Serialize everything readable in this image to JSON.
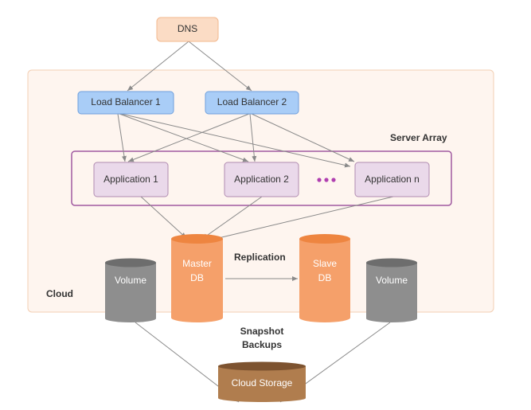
{
  "nodes": {
    "dns": "DNS",
    "lb1": "Load Balancer 1",
    "lb2": "Load Balancer 2",
    "app1": "Application 1",
    "app2": "Application 2",
    "appn": "Application n",
    "master_db": [
      "Master",
      "DB"
    ],
    "slave_db": [
      "Slave",
      "DB"
    ],
    "volume1": "Volume",
    "volume2": "Volume",
    "cloud_storage": "Cloud Storage"
  },
  "labels": {
    "server_array": "Server Array",
    "cloud": "Cloud",
    "replication": "Replication",
    "snapshot": [
      "Snapshot",
      "Backups"
    ]
  },
  "colors": {
    "dns": "#fbdcc5",
    "cloud_bg": "#fef5ef",
    "load_balancer": "#a9cdf7",
    "application": "#ead9ea",
    "server_array_border": "#a05aa0",
    "db": "#f5a06a",
    "volume": "#8e8e8e",
    "cloud_storage": "#b07d4e"
  }
}
